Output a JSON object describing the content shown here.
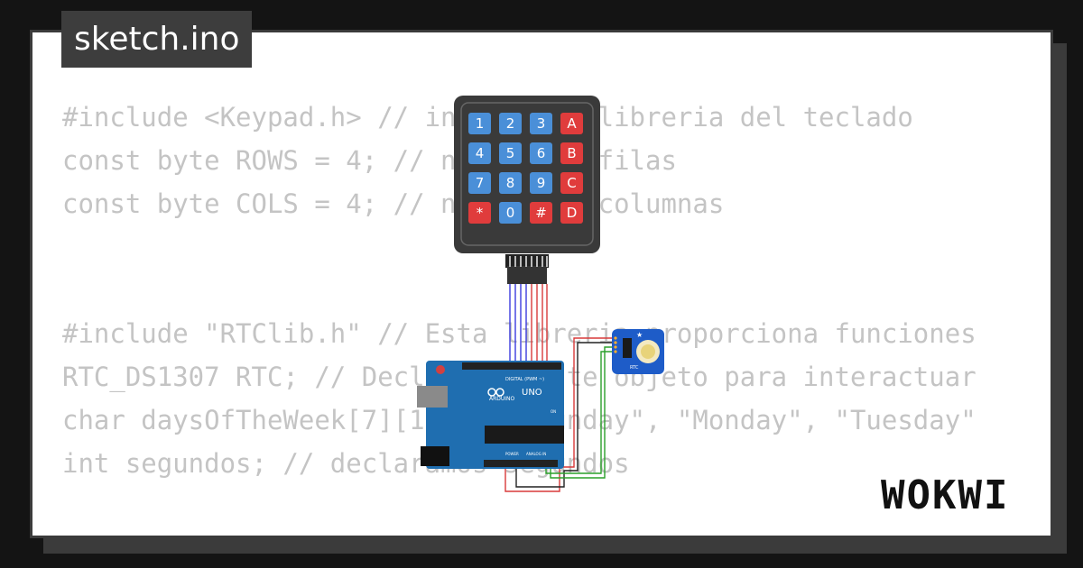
{
  "title": "sketch.ino",
  "logo_text": "WOKWI",
  "code_lines": [
    "#include <Keypad.h> // incluye la libreria del teclado",
    "const byte ROWS = 4; // numero de filas",
    "const byte COLS = 4; // numero de columnas",
    "",
    "",
    "#include \"RTClib.h\" // Esta libreria proporciona funciones",
    "RTC_DS1307 RTC; // Declaramos este objeto para interactuar",
    "char daysOfTheWeek[7][12] = {\"Sunday\", \"Monday\", \"Tuesday\"",
    "int segundos; // declaramos segundos"
  ],
  "keypad_keys": [
    "1",
    "2",
    "3",
    "A",
    "4",
    "5",
    "6",
    "B",
    "7",
    "8",
    "9",
    "C",
    "*",
    "0",
    "#",
    "D"
  ],
  "arduino": {
    "label_uno": "UNO",
    "label_brand": "ARDUINO",
    "label_digital": "DIGITAL (PWM ~)",
    "label_analog": "ANALOG IN",
    "label_power": "POWER",
    "label_on": "ON"
  },
  "rtc": {
    "label": "RTC"
  },
  "colors": {
    "background": "#141414",
    "card": "#ffffff",
    "code_text": "#c4c4c4",
    "title_bg": "#3d3d3d",
    "key_blue": "#4a8fd8",
    "key_red": "#e03c3c",
    "board": "#1f6eb0",
    "rtc_board": "#1e5cc8"
  }
}
